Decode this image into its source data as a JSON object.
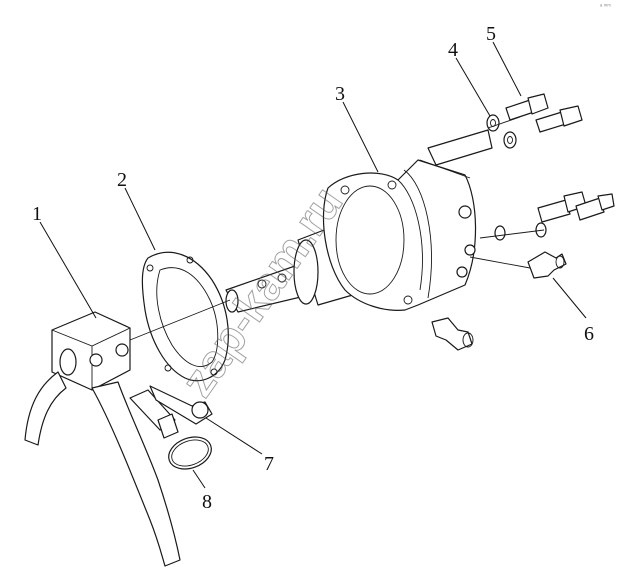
{
  "diagram": {
    "callouts": [
      {
        "id": "1",
        "label": "1"
      },
      {
        "id": "2",
        "label": "2"
      },
      {
        "id": "3",
        "label": "3"
      },
      {
        "id": "4",
        "label": "4"
      },
      {
        "id": "5",
        "label": "5"
      },
      {
        "id": "6",
        "label": "6"
      },
      {
        "id": "7",
        "label": "7"
      },
      {
        "id": "8",
        "label": "8"
      }
    ],
    "watermark": "zap-kam.ru",
    "corner_mark": "ᵃ ᵐᵐ"
  }
}
